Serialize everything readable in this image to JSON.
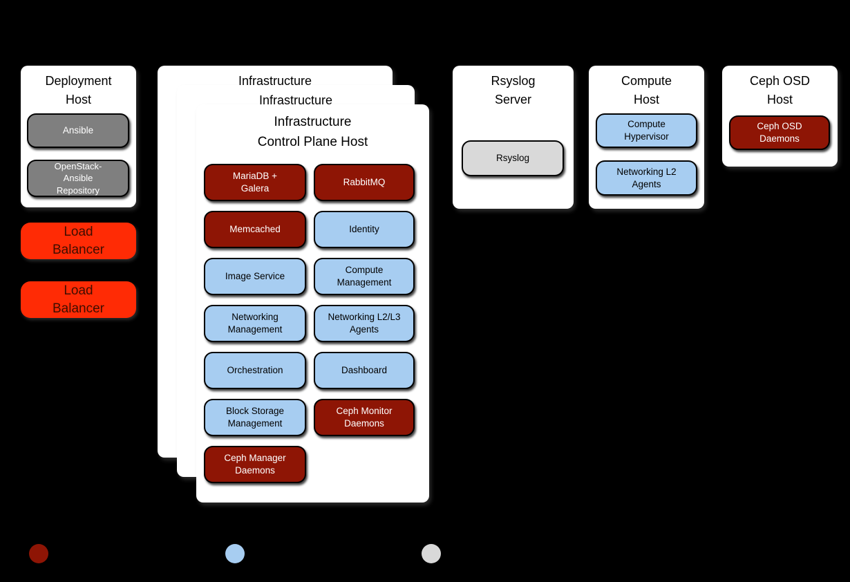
{
  "colors": {
    "background": "#000000",
    "dark_red": "#8e1505",
    "light_blue": "#a7cdf1",
    "gray": "#7f7f7f",
    "light_gray": "#d9d9d9",
    "load_balancer_red": "#ff2b05",
    "card_white": "#ffffff"
  },
  "cards": {
    "deployment": {
      "title": "Deployment Host",
      "services": [
        {
          "label": "Ansible",
          "bg": "#7f7f7f",
          "fg": "#ffffff"
        },
        {
          "label": "OpenStack-Ansible Repository",
          "bg": "#7f7f7f",
          "fg": "#ffffff"
        }
      ]
    },
    "infrastructure": {
      "back_title": "Infrastructure",
      "middle_title": "Infrastructure",
      "front_title": "Infrastructure Control Plane Host",
      "left_column": [
        {
          "label": "MariaDB + Galera",
          "bg": "#8e1505",
          "fg": "#ffffff"
        },
        {
          "label": "Memcached",
          "bg": "#8e1505",
          "fg": "#ffffff"
        },
        {
          "label": "Image Service",
          "bg": "#a7cdf1",
          "fg": "#000000"
        },
        {
          "label": "Networking Management",
          "bg": "#a7cdf1",
          "fg": "#000000"
        },
        {
          "label": "Orchestration",
          "bg": "#a7cdf1",
          "fg": "#000000"
        },
        {
          "label": "Block Storage Management",
          "bg": "#a7cdf1",
          "fg": "#000000"
        },
        {
          "label": "Ceph Manager Daemons",
          "bg": "#8e1505",
          "fg": "#ffffff"
        }
      ],
      "right_column": [
        {
          "label": "RabbitMQ",
          "bg": "#8e1505",
          "fg": "#ffffff"
        },
        {
          "label": "Identity",
          "bg": "#a7cdf1",
          "fg": "#000000"
        },
        {
          "label": "Compute Management",
          "bg": "#a7cdf1",
          "fg": "#000000"
        },
        {
          "label": "Networking L2/L3 Agents",
          "bg": "#a7cdf1",
          "fg": "#000000"
        },
        {
          "label": "Dashboard",
          "bg": "#a7cdf1",
          "fg": "#000000"
        },
        {
          "label": "Ceph Monitor Daemons",
          "bg": "#8e1505",
          "fg": "#ffffff"
        }
      ]
    },
    "rsyslog": {
      "title": "Rsyslog Server",
      "services": [
        {
          "label": "Rsyslog",
          "bg": "#d9d9d9",
          "fg": "#000000"
        }
      ]
    },
    "compute": {
      "title": "Compute Host",
      "services": [
        {
          "label": "Compute Hypervisor",
          "bg": "#a7cdf1",
          "fg": "#000000"
        },
        {
          "label": "Networking L2 Agents",
          "bg": "#a7cdf1",
          "fg": "#000000"
        }
      ]
    },
    "ceph_osd": {
      "title": "Ceph OSD Host",
      "services": [
        {
          "label": "Ceph OSD Daemons",
          "bg": "#8e1505",
          "fg": "#ffffff"
        }
      ]
    }
  },
  "load_balancers": [
    {
      "label": "Load Balancer",
      "bg": "#ff2b05",
      "fg": "#3f0d00"
    },
    {
      "label": "Load Balancer",
      "bg": "#ff2b05",
      "fg": "#3f0d00"
    }
  ],
  "legend": {
    "dots": [
      {
        "name": "dark-red",
        "color": "#8e1505"
      },
      {
        "name": "light-blue",
        "color": "#a7cdf1"
      },
      {
        "name": "light-gray",
        "color": "#d9d9d9"
      }
    ]
  }
}
